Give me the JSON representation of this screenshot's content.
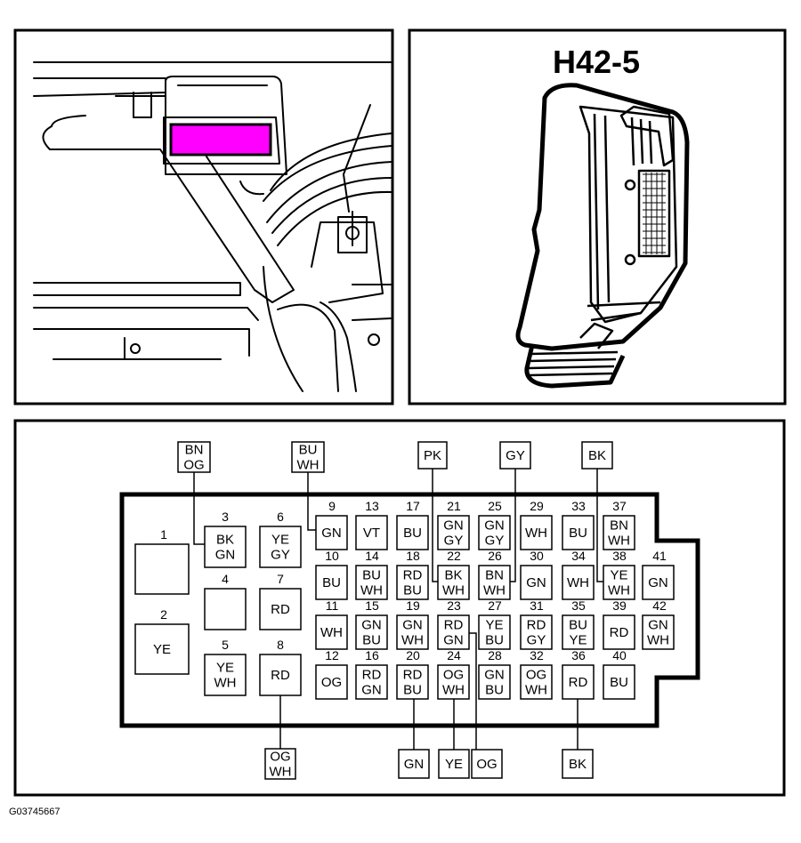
{
  "connector_title": "H42-5",
  "figure_ref": "G03745667",
  "highlight_color": "#ff00ff",
  "pins": [
    {
      "num": "1",
      "wire": []
    },
    {
      "num": "2",
      "wire": [
        "YE"
      ]
    },
    {
      "num": "3",
      "wire": [
        "BK",
        "GN"
      ]
    },
    {
      "num": "4",
      "wire": []
    },
    {
      "num": "5",
      "wire": [
        "YE",
        "WH"
      ]
    },
    {
      "num": "6",
      "wire": [
        "YE",
        "GY"
      ]
    },
    {
      "num": "7",
      "wire": [
        "RD"
      ]
    },
    {
      "num": "8",
      "wire": [
        "RD"
      ]
    },
    {
      "num": "9",
      "wire": [
        "GN"
      ]
    },
    {
      "num": "10",
      "wire": [
        "BU"
      ]
    },
    {
      "num": "11",
      "wire": [
        "WH"
      ]
    },
    {
      "num": "12",
      "wire": [
        "OG"
      ]
    },
    {
      "num": "13",
      "wire": [
        "VT"
      ]
    },
    {
      "num": "14",
      "wire": [
        "BU",
        "WH"
      ]
    },
    {
      "num": "15",
      "wire": [
        "GN",
        "BU"
      ]
    },
    {
      "num": "16",
      "wire": [
        "RD",
        "GN"
      ]
    },
    {
      "num": "17",
      "wire": [
        "BU"
      ]
    },
    {
      "num": "18",
      "wire": [
        "RD",
        "BU"
      ]
    },
    {
      "num": "19",
      "wire": [
        "GN",
        "WH"
      ]
    },
    {
      "num": "20",
      "wire": [
        "RD",
        "BU"
      ]
    },
    {
      "num": "21",
      "wire": [
        "GN",
        "GY"
      ]
    },
    {
      "num": "22",
      "wire": [
        "BK",
        "WH"
      ]
    },
    {
      "num": "23",
      "wire": [
        "RD",
        "GN"
      ]
    },
    {
      "num": "24",
      "wire": [
        "OG",
        "WH"
      ]
    },
    {
      "num": "25",
      "wire": [
        "GN",
        "GY"
      ]
    },
    {
      "num": "26",
      "wire": [
        "BN",
        "WH"
      ]
    },
    {
      "num": "27",
      "wire": [
        "YE",
        "BU"
      ]
    },
    {
      "num": "28",
      "wire": [
        "GN",
        "BU"
      ]
    },
    {
      "num": "29",
      "wire": [
        "WH"
      ]
    },
    {
      "num": "30",
      "wire": [
        "GN"
      ]
    },
    {
      "num": "31",
      "wire": [
        "RD",
        "GY"
      ]
    },
    {
      "num": "32",
      "wire": [
        "OG",
        "WH"
      ]
    },
    {
      "num": "33",
      "wire": [
        "BU"
      ]
    },
    {
      "num": "34",
      "wire": [
        "WH"
      ]
    },
    {
      "num": "35",
      "wire": [
        "BU",
        "YE"
      ]
    },
    {
      "num": "36",
      "wire": [
        "RD"
      ]
    },
    {
      "num": "37",
      "wire": [
        "BN",
        "WH"
      ]
    },
    {
      "num": "38",
      "wire": [
        "YE",
        "WH"
      ]
    },
    {
      "num": "39",
      "wire": [
        "RD"
      ]
    },
    {
      "num": "40",
      "wire": [
        "BU"
      ]
    },
    {
      "num": "41",
      "wire": [
        "GN"
      ]
    },
    {
      "num": "42",
      "wire": [
        "GN",
        "WH"
      ]
    }
  ],
  "callouts_top": [
    {
      "wire": [
        "BN",
        "OG"
      ]
    },
    {
      "wire": [
        "BU",
        "WH"
      ]
    },
    {
      "wire": [
        "PK"
      ]
    },
    {
      "wire": [
        "GY"
      ]
    },
    {
      "wire": [
        "BK"
      ]
    }
  ],
  "callouts_bottom": [
    {
      "wire": [
        "OG",
        "WH"
      ]
    },
    {
      "wire": [
        "GN"
      ]
    },
    {
      "wire": [
        "YE"
      ]
    },
    {
      "wire": [
        "OG"
      ]
    },
    {
      "wire": [
        "BK"
      ]
    }
  ]
}
